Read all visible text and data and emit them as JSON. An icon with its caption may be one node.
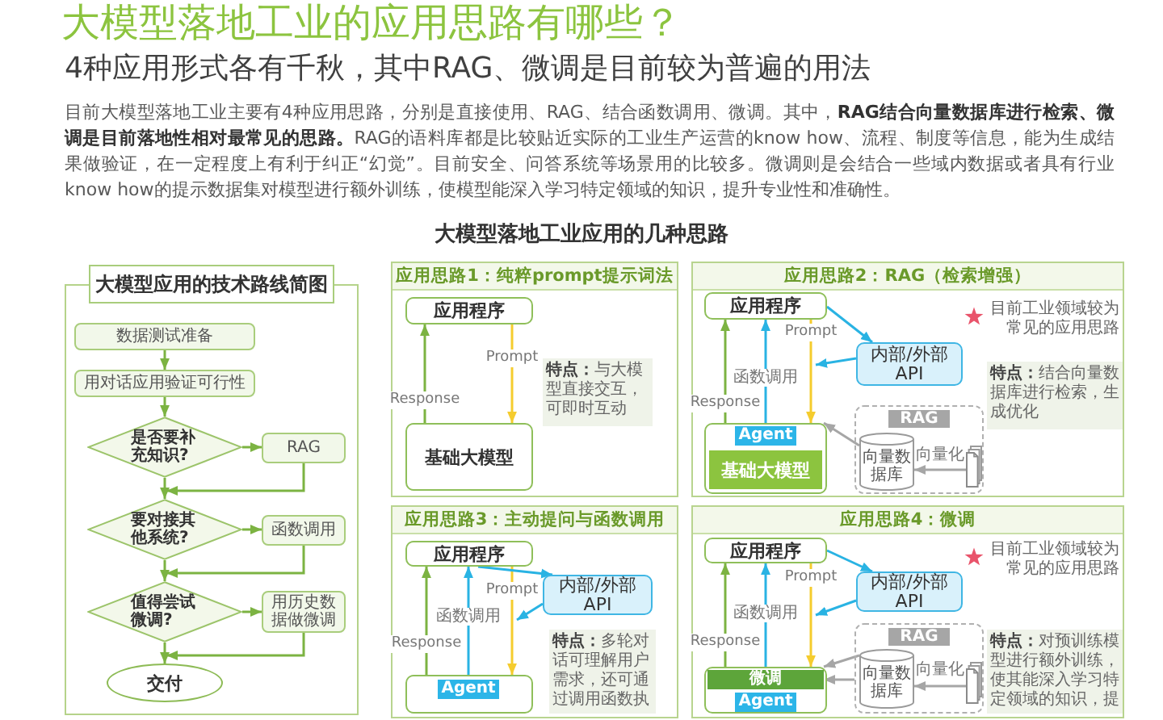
{
  "diagram": {
    "title": "大模型落地工业的应用思路有哪些？",
    "nodes": [
      {
        "text": [
          "大模型应用的技术路线简图"
        ]
      },
      {
        "text": [
          "数据测试准备"
        ],
        "in": 0
      },
      {
        "text": [
          "用对话应用验证可行性"
        ],
        "in": 0
      },
      {
        "text": [
          "是否要补充知识?"
        ],
        "in": 0
      },
      {
        "text": [
          "RAG"
        ],
        "in": 0
      },
      {
        "text": [
          "要对接其他系统?"
        ],
        "in": 0
      },
      {
        "text": [
          "函数调用"
        ],
        "in": 0
      },
      {
        "text": [
          "值得尝试微调?"
        ],
        "in": 0
      },
      {
        "text": [
          "用历史数据做微调"
        ],
        "in": 0
      },
      {
        "text": [
          "交付"
        ],
        "in": 0
      },
      {
        "text": [
          "应用思路1：纯粹prompt提示词法"
        ]
      },
      {
        "text": [
          "应用程序"
        ],
        "in": 10
      },
      {
        "text": [
          "基础大模型"
        ],
        "in": 10
      },
      {
        "text": [
          "**特点：**与大模型直接交互，可即时互动"
        ],
        "in": 10
      },
      {
        "text": [
          "应用思路2：RAG（检索增强）"
        ]
      },
      {
        "text": [
          "应用程序"
        ],
        "in": 14
      },
      {
        "text": [
          "内部/外部 API"
        ],
        "in": 14
      },
      {
        "text": [
          "**特点：**结合向量数据库进行检索，生成优化"
        ],
        "in": 14
      },
      {
        "text": [
          "RAG"
        ],
        "in": 14
      },
      {
        "text": [
          "向量数据库"
        ],
        "in": 18
      },
      {
        "text": [],
        "shape": "document",
        "in": 18
      },
      {
        "text": [],
        "shape": "box",
        "in": 14
      },
      {
        "text": [
          "Agent"
        ],
        "in": 21
      },
      {
        "text": [
          "基础大模型"
        ],
        "in": 21
      },
      {
        "text": [
          "应用思路3：主动提问与函数调用"
        ]
      },
      {
        "text": [
          "应用程序"
        ],
        "in": 24
      },
      {
        "text": [
          "内部/外部 API"
        ],
        "in": 24
      },
      {
        "text": [
          "**特点：**多轮对话可理解用户需求，还可通过调用函数执"
        ],
        "in": 24
      },
      {
        "text": [],
        "shape": "box",
        "in": 24
      },
      {
        "text": [
          "Agent"
        ],
        "in": 28
      },
      {
        "text": [
          "应用思路4：微调"
        ]
      },
      {
        "text": [
          "应用程序"
        ],
        "in": 30
      },
      {
        "text": [
          "内部/外部 API"
        ],
        "in": 30
      },
      {
        "text": [
          "RAG"
        ],
        "in": 30
      },
      {
        "text": [
          "向量数据库"
        ],
        "in": 33
      },
      {
        "text": [],
        "shape": "document",
        "in": 33
      },
      {
        "text": [
          "**特点：**对预训练模型进行额外训练，使其能深入学习特定领域的知识，提"
        ],
        "in": 30
      },
      {
        "text": [],
        "shape": "box",
        "in": 30
      },
      {
        "text": [
          "微调"
        ],
        "in": 37
      },
      {
        "text": [
          "Agent"
        ],
        "in": 37
      }
    ],
    "edges": [
      {
        "from": 1,
        "to": 2,
        "arrow": "to"
      },
      {
        "from": 2,
        "to": 3,
        "arrow": "to"
      },
      {
        "from": 3,
        "to": 4,
        "arrow": "to"
      },
      {
        "from": 4,
        "to": 5,
        "arrow": "to"
      },
      {
        "from": 3,
        "to": 5,
        "arrow": "to"
      },
      {
        "from": 5,
        "to": 6,
        "arrow": "to"
      },
      {
        "from": 6,
        "to": 7,
        "arrow": "to"
      },
      {
        "from": 5,
        "to": 7,
        "arrow": "to"
      },
      {
        "from": 7,
        "to": 8,
        "arrow": "to"
      },
      {
        "from": 8,
        "to": 9,
        "arrow": "to"
      },
      {
        "from": 7,
        "to": 9,
        "arrow": "to"
      },
      {
        "from": 12,
        "to": 11,
        "arrow": "to",
        "label": "Response"
      },
      {
        "from": 11,
        "to": 12,
        "arrow": "to",
        "label": "Prompt",
        "color": "#f5cc2e"
      },
      {
        "from": 21,
        "to": 15,
        "arrow": "to",
        "label": "Response"
      },
      {
        "from": 22,
        "to": 15,
        "arrow": "to",
        "label": "函数调用",
        "color": "#29b3e3"
      },
      {
        "from": 15,
        "to": 21,
        "arrow": "to",
        "label": "Prompt",
        "color": "#f5cc2e"
      },
      {
        "from": 15,
        "to": 16,
        "arrow": "to",
        "color": "#29b3e3"
      },
      {
        "from": 16,
        "to": null,
        "arrow": "to",
        "color": "#29b3e3"
      },
      {
        "from": 19,
        "to": 21,
        "arrow": "to",
        "color": "#a6a6a6"
      },
      {
        "from": 20,
        "to": 19,
        "arrow": "to",
        "label": "向量化",
        "color": "#a6a6a6"
      },
      {
        "from": 28,
        "to": 25,
        "arrow": "to",
        "label": "Response"
      },
      {
        "from": 29,
        "to": 25,
        "arrow": "to",
        "label": "函数调用",
        "color": "#29b3e3"
      },
      {
        "from": 25,
        "to": 28,
        "arrow": "to",
        "label": "Prompt",
        "color": "#f5cc2e"
      },
      {
        "from": 25,
        "to": 26,
        "arrow": "to",
        "color": "#29b3e3"
      },
      {
        "from": 26,
        "to": null,
        "arrow": "to",
        "color": "#29b3e3"
      },
      {
        "from": 37,
        "to": 31,
        "arrow": "to",
        "label": "Response"
      },
      {
        "from": 37,
        "to": 31,
        "arrow": "to",
        "label": "函数调用",
        "color": "#29b3e3"
      },
      {
        "from": 31,
        "to": 37,
        "arrow": "to",
        "label": "Prompt",
        "color": "#f5cc2e"
      },
      {
        "from": 31,
        "to": 32,
        "arrow": "to",
        "color": "#29b3e3"
      },
      {
        "from": 32,
        "to": null,
        "arrow": "to",
        "color": "#29b3e3"
      },
      {
        "from": 34,
        "to": 37,
        "arrow": "to",
        "color": "#a6a6a6"
      },
      {
        "from": 35,
        "to": 34,
        "arrow": "to",
        "label": "向量化",
        "color": "#a6a6a6"
      },
      {
        "from": 33,
        "to": 38,
        "arrow": "to",
        "color": "#a6a6a6"
      }
    ],
    "labels": [
      "4种应用形式各有千秋，其中RAG、微调是目前较为普遍的用法",
      "目前大模型落地工业主要有4种应用思路，分别是直接使用、RAG、结合函数调用、微调。其中，**RAG结合向量数据库进行检索、微调是目前落地性相对最常见的思路。**RAG的语料库都是比较贴近实际的工业生产运营的know how、流程、制度等信息，能为生成结果做验证，在一定程度上有利于纠正“幻觉”。目前安全、问答系统等场景用的比较多。微调则是会结合一些域内数据或者具有行业know how的提示数据集对模型进行额外训练，使模型能深入学习特定领域的知识，提升专业性和准确性。",
      "大模型落地工业应用的几种思路",
      "目前工业领域较为常见的应用思路",
      "目前工业领域较为常见的应用思路"
    ]
  }
}
